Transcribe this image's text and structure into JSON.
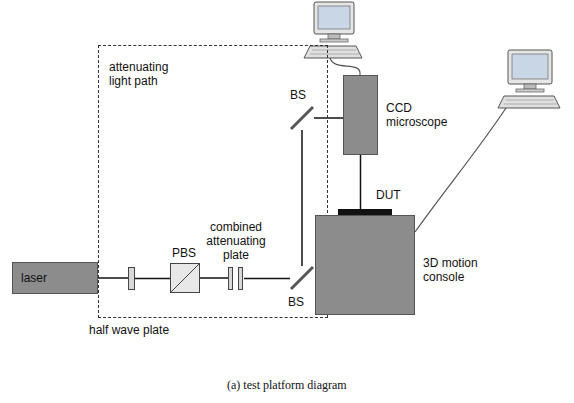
{
  "diagram": {
    "caption": "(a) test platform diagram",
    "nodes": [
      {
        "text": [
          "attenuating light path"
        ]
      },
      {
        "text": [
          "laser"
        ]
      },
      {
        "text": [
          "half wave plate"
        ],
        "in": 0
      },
      {
        "text": [
          "PBS"
        ],
        "in": 0
      },
      {
        "text": [
          "combined attenuating plate"
        ],
        "in": 0
      },
      {
        "text": [
          "BS"
        ],
        "in": 0
      },
      {
        "text": [
          "BS"
        ],
        "in": 0
      },
      {
        "text": [
          "CCD microscope"
        ]
      },
      {
        "text": [
          "DUT"
        ]
      },
      {
        "text": [
          "3D motion console"
        ]
      }
    ],
    "edges": [
      {
        "from": 1,
        "to": 2,
        "arrow": "none"
      },
      {
        "from": 2,
        "to": 3,
        "arrow": "none"
      },
      {
        "from": 3,
        "to": 4,
        "arrow": "none"
      },
      {
        "from": 4,
        "to": 5,
        "arrow": "none"
      },
      {
        "from": 5,
        "to": 6,
        "arrow": "none"
      },
      {
        "from": 6,
        "to": 7,
        "arrow": "none"
      },
      {
        "from": 7,
        "to": 8,
        "arrow": "none"
      }
    ]
  }
}
